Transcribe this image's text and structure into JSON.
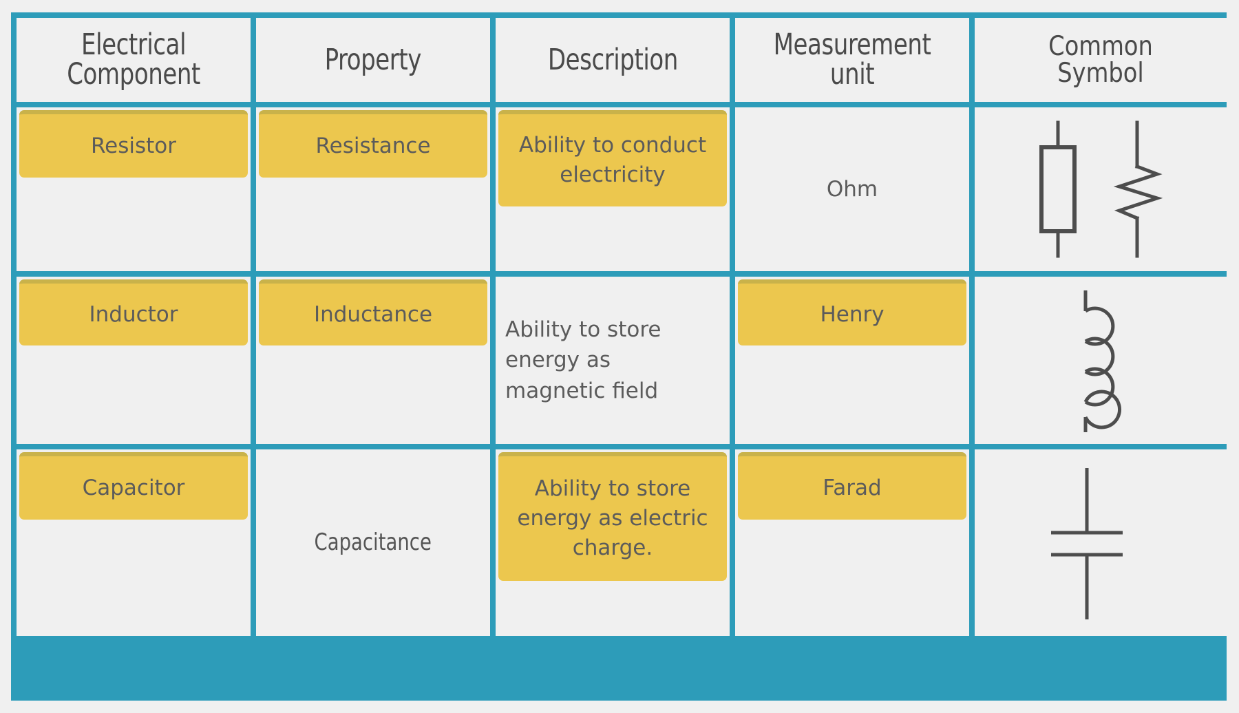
{
  "theme": {
    "frame_color": "#2d9cb9",
    "cell_bg": "#f0f0f0",
    "highlight_color": "#ecc74e",
    "highlight_top_edge": "#c9b24a",
    "page_bg": "#f0f0f0",
    "text_color": "#555555"
  },
  "table": {
    "headers": [
      {
        "label": "Electrical\nComponent",
        "style": "condensed"
      },
      {
        "label": "Property",
        "style": "condensed"
      },
      {
        "label": "Description",
        "style": "condensed"
      },
      {
        "label": "Measurement\nunit",
        "style": "condensed"
      },
      {
        "label": "Common\nSymbol",
        "style": "round"
      }
    ],
    "rows": [
      {
        "component": {
          "text": "Resistor",
          "highlighted": true
        },
        "property": {
          "text": "Resistance",
          "highlighted": true
        },
        "description": {
          "text": "Ability to conduct\nelectricity",
          "highlighted": true
        },
        "unit": {
          "text": "Ohm",
          "highlighted": false
        },
        "symbol": {
          "name": "resistor-symbol",
          "variants": [
            "rectangle-iec",
            "zigzag-ansi"
          ]
        }
      },
      {
        "component": {
          "text": "Inductor",
          "highlighted": true
        },
        "property": {
          "text": "Inductance",
          "highlighted": true
        },
        "description": {
          "text": "Ability to store\nenergy as\nmagnetic field",
          "highlighted": false
        },
        "unit": {
          "text": "Henry",
          "highlighted": true
        },
        "symbol": {
          "name": "inductor-symbol",
          "variants": [
            "coil-4-loop"
          ]
        }
      },
      {
        "component": {
          "text": "Capacitor",
          "highlighted": true
        },
        "property": {
          "text": "Capacitance",
          "highlighted": false
        },
        "description": {
          "text": "Ability to store\nenergy as electric\ncharge.",
          "highlighted": true
        },
        "unit": {
          "text": "Farad",
          "highlighted": true
        },
        "symbol": {
          "name": "capacitor-symbol",
          "variants": [
            "parallel-plates"
          ]
        }
      }
    ]
  }
}
